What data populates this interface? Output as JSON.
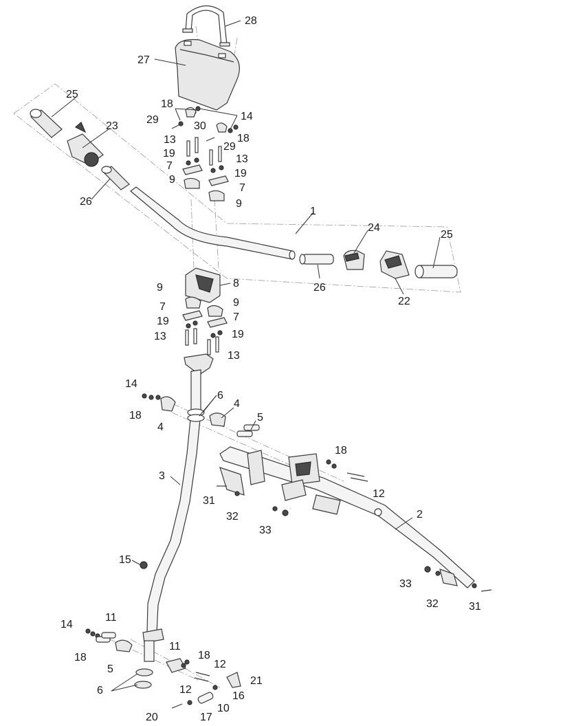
{
  "callouts": {
    "c1": "1",
    "c2": "2",
    "c3": "3",
    "c4a": "4",
    "c4b": "4",
    "c5a": "5",
    "c5b": "5",
    "c6a": "6",
    "c6b": "6",
    "c7a": "7",
    "c7b": "7",
    "c7c": "7",
    "c7d": "7",
    "c8": "8",
    "c9a": "9",
    "c9b": "9",
    "c9c": "9",
    "c9d": "9",
    "c10": "10",
    "c11a": "11",
    "c11b": "11",
    "c12a": "12",
    "c12b": "12",
    "c12c": "12",
    "c13a": "13",
    "c13b": "13",
    "c13c": "13",
    "c13d": "13",
    "c14a": "14",
    "c14b": "14",
    "c14c": "14",
    "c15": "15",
    "c16": "16",
    "c17": "17",
    "c18a": "18",
    "c18b": "18",
    "c18c": "18",
    "c18d": "18",
    "c18e": "18",
    "c18f": "18",
    "c19a": "19",
    "c19b": "19",
    "c19c": "19",
    "c19d": "19",
    "c20": "20",
    "c21": "21",
    "c22": "22",
    "c23": "23",
    "c24": "24",
    "c25a": "25",
    "c25b": "25",
    "c26a": "26",
    "c26b": "26",
    "c27": "27",
    "c28": "28",
    "c29a": "29",
    "c29b": "29",
    "c30": "30",
    "c31a": "31",
    "c31b": "31",
    "c32a": "32",
    "c32b": "32",
    "c33a": "33",
    "c33b": "33"
  },
  "colors": {
    "line": "#333333",
    "part_fill": "#e8e8e8",
    "dark_fill": "#4a4a4a",
    "ghost_line": "#9a9a9a"
  }
}
